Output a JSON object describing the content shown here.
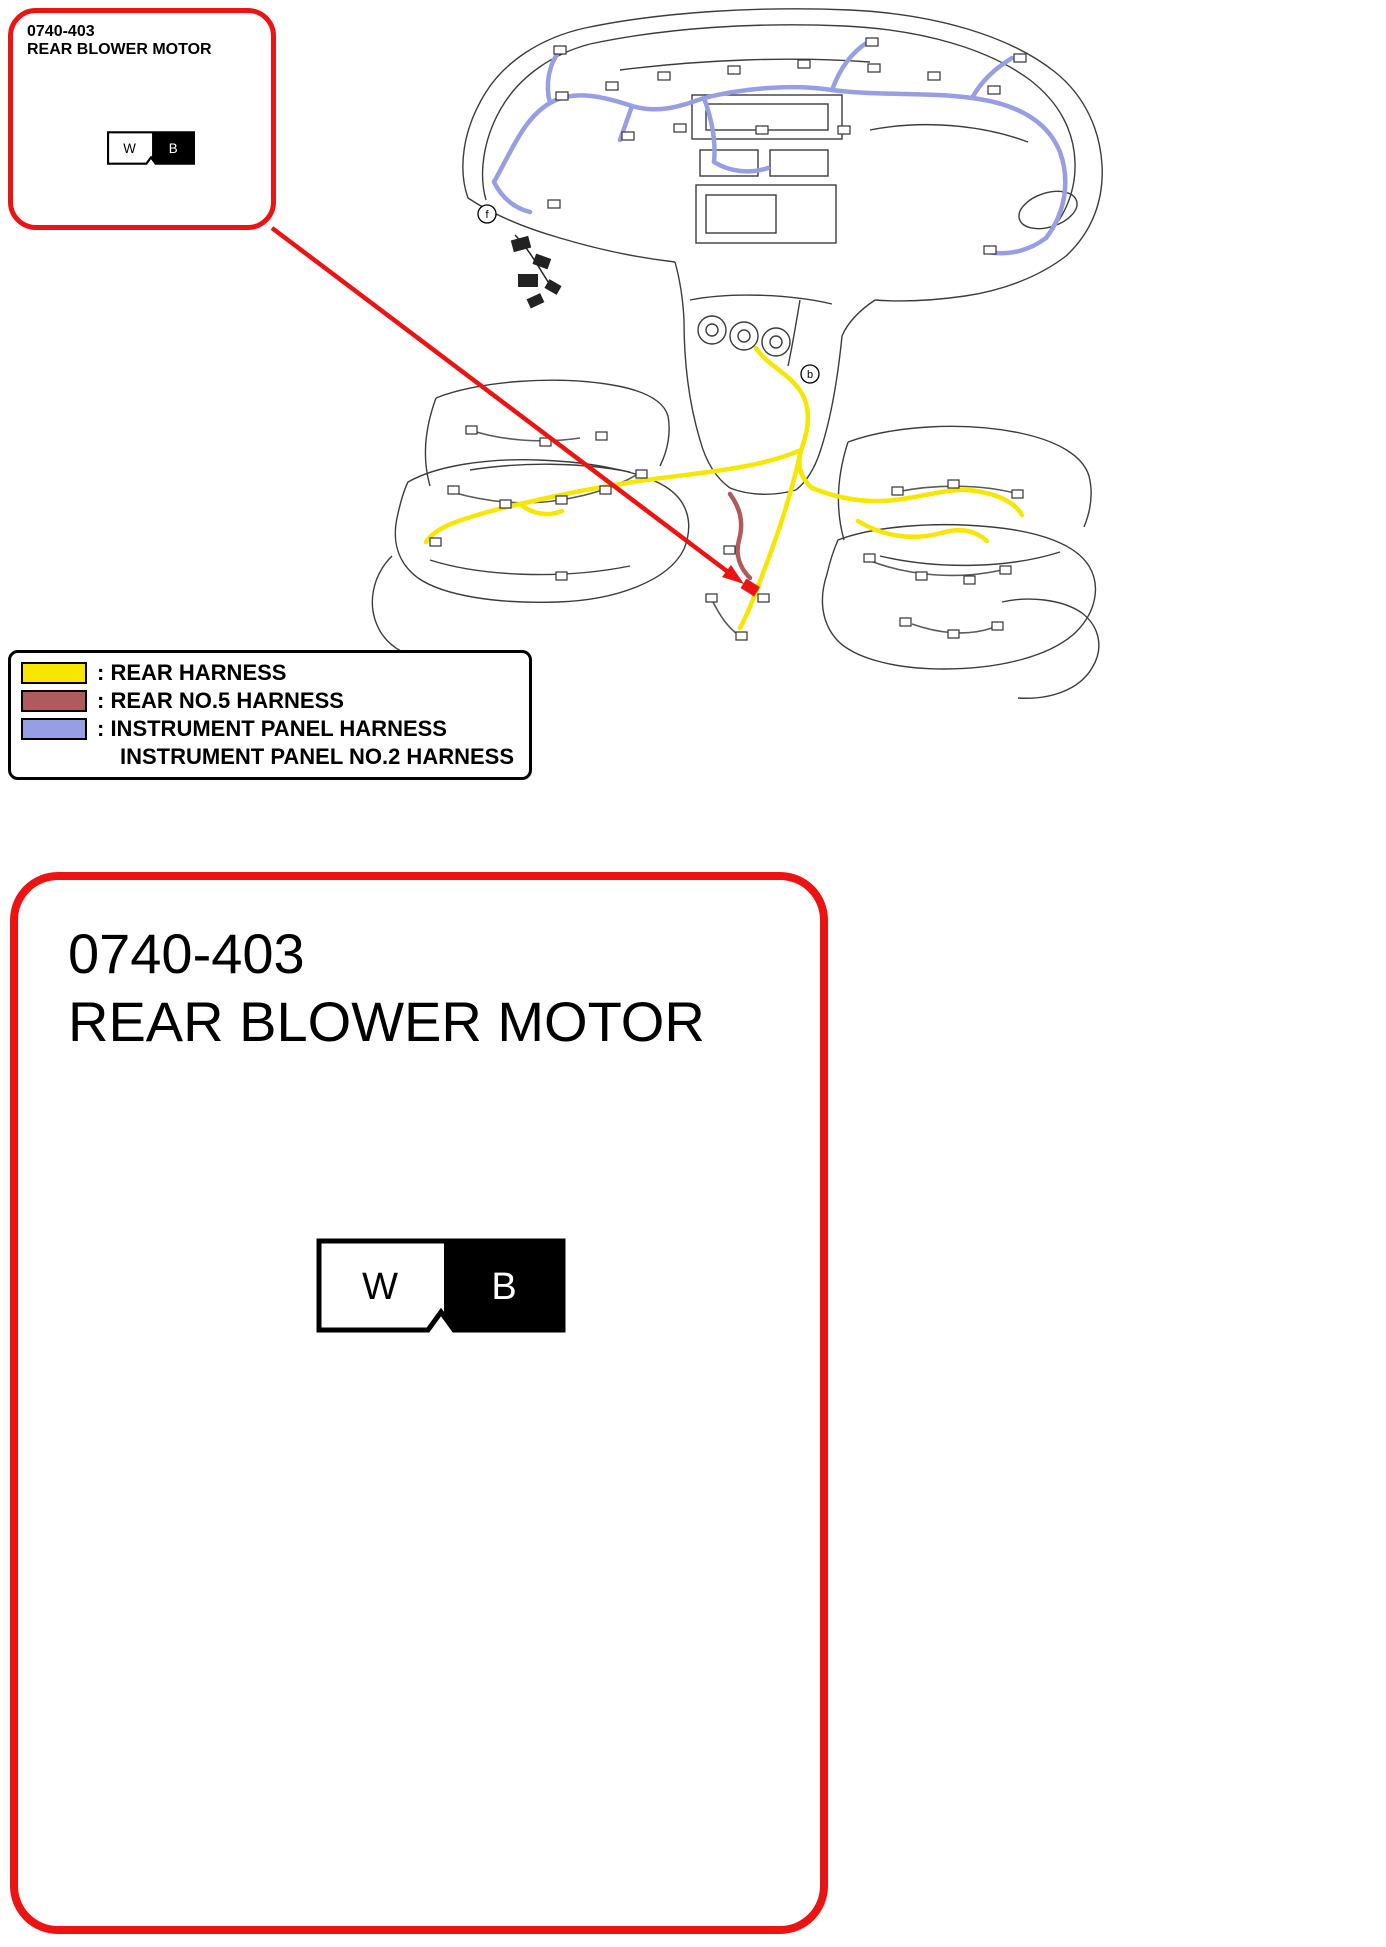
{
  "colors": {
    "accent_red": "#ec1313",
    "rear_harness": "#f6e600",
    "rear_no5_harness": "#b05a5e",
    "instrument_panel_harness": "#989ee4",
    "line": "#3c3c3c"
  },
  "callout": {
    "code": "0740-403",
    "title": "REAR BLOWER MOTOR",
    "connector": {
      "left_cavity": "W",
      "right_cavity": "B"
    }
  },
  "legend": {
    "items": [
      {
        "label": ": REAR HARNESS"
      },
      {
        "label": ": REAR NO.5 HARNESS"
      },
      {
        "label": ": INSTRUMENT PANEL HARNESS"
      },
      {
        "label": "INSTRUMENT PANEL NO.2 HARNESS"
      }
    ]
  },
  "diagram": {
    "markers": [
      {
        "label": "f"
      },
      {
        "label": "b"
      }
    ]
  },
  "detail": {
    "code": "0740-403",
    "title": "REAR BLOWER MOTOR",
    "connector": {
      "left_cavity": "W",
      "right_cavity": "B"
    }
  }
}
